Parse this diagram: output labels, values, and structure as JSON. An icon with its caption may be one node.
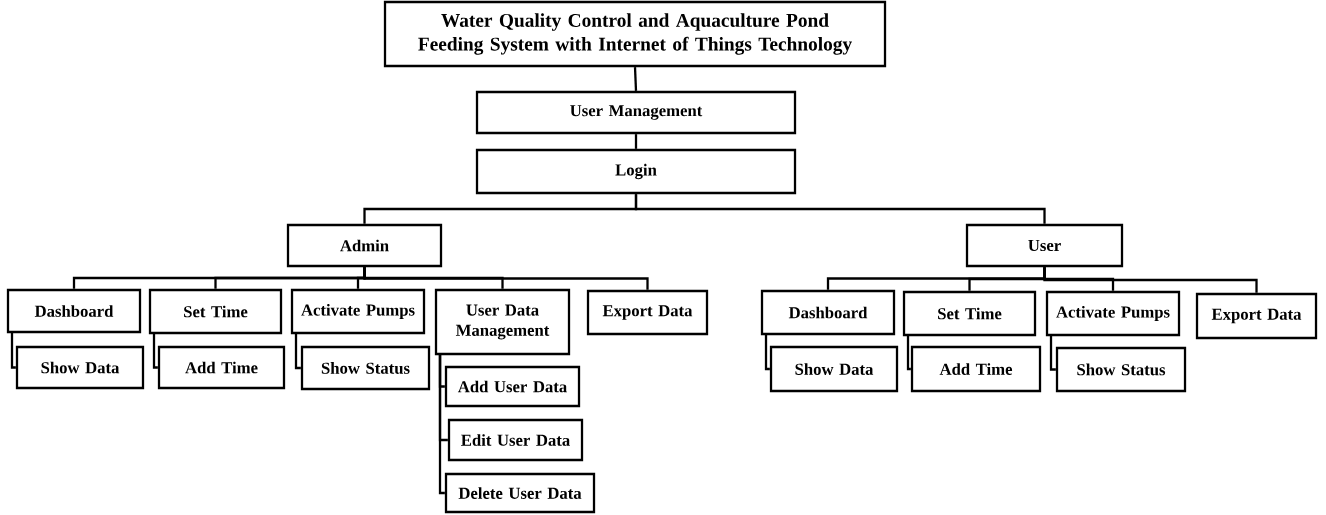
{
  "diagram": {
    "nodes": [
      {
        "text": [
          "Water Quality Control and Aquaculture Pond Feeding System with Internet of Things Technology"
        ]
      },
      {
        "text": [
          "User Management"
        ]
      },
      {
        "text": [
          "Login"
        ]
      },
      {
        "text": [
          "Admin"
        ]
      },
      {
        "text": [
          "Dashboard"
        ]
      },
      {
        "text": [
          "Show Data"
        ]
      },
      {
        "text": [
          "Set Time"
        ]
      },
      {
        "text": [
          "Add Time"
        ]
      },
      {
        "text": [
          "Activate Pumps"
        ]
      },
      {
        "text": [
          "Show Status"
        ]
      },
      {
        "text": [
          "User Data Management"
        ]
      },
      {
        "text": [
          "Add User Data"
        ]
      },
      {
        "text": [
          "Edit User Data"
        ]
      },
      {
        "text": [
          "Delete User Data"
        ]
      },
      {
        "text": [
          "Export Data"
        ]
      },
      {
        "text": [
          "User"
        ]
      },
      {
        "text": [
          "Dashboard"
        ]
      },
      {
        "text": [
          "Show Data"
        ]
      },
      {
        "text": [
          "Set Time"
        ]
      },
      {
        "text": [
          "Add Time"
        ]
      },
      {
        "text": [
          "Activate Pumps"
        ]
      },
      {
        "text": [
          "Show Status"
        ]
      },
      {
        "text": [
          "Export Data"
        ]
      }
    ],
    "edges": [
      {
        "from": 0,
        "to": 1,
        "arrow": "none"
      },
      {
        "from": 1,
        "to": 2,
        "arrow": "none"
      },
      {
        "from": 2,
        "to": 3,
        "arrow": "none"
      },
      {
        "from": 2,
        "to": 15,
        "arrow": "none"
      },
      {
        "from": 3,
        "to": 4,
        "arrow": "none"
      },
      {
        "from": 3,
        "to": 6,
        "arrow": "none"
      },
      {
        "from": 3,
        "to": 8,
        "arrow": "none"
      },
      {
        "from": 3,
        "to": 10,
        "arrow": "none"
      },
      {
        "from": 3,
        "to": 14,
        "arrow": "none"
      },
      {
        "from": 4,
        "to": 5,
        "arrow": "none"
      },
      {
        "from": 6,
        "to": 7,
        "arrow": "none"
      },
      {
        "from": 8,
        "to": 9,
        "arrow": "none"
      },
      {
        "from": 10,
        "to": 11,
        "arrow": "none"
      },
      {
        "from": 10,
        "to": 12,
        "arrow": "none"
      },
      {
        "from": 10,
        "to": 13,
        "arrow": "none"
      },
      {
        "from": 15,
        "to": 16,
        "arrow": "none"
      },
      {
        "from": 15,
        "to": 18,
        "arrow": "none"
      },
      {
        "from": 15,
        "to": 20,
        "arrow": "none"
      },
      {
        "from": 15,
        "to": 22,
        "arrow": "none"
      },
      {
        "from": 16,
        "to": 17,
        "arrow": "none"
      },
      {
        "from": 18,
        "to": 19,
        "arrow": "none"
      },
      {
        "from": 20,
        "to": 21,
        "arrow": "none"
      }
    ]
  }
}
